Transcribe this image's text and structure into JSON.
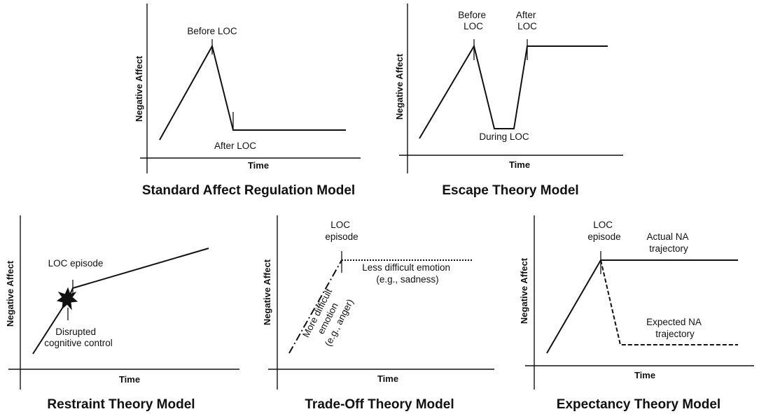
{
  "colors": {
    "line": "#111111",
    "background": "#ffffff"
  },
  "panels": {
    "standard": {
      "title": "Standard Affect Regulation Model",
      "y_axis": "Negative Affect",
      "x_axis": "Time",
      "before_label": "Before LOC",
      "after_label": "After LOC"
    },
    "escape": {
      "title": "Escape Theory Model",
      "y_axis": "Negative Affect",
      "x_axis": "Time",
      "before_label": [
        "Before",
        "LOC"
      ],
      "after_label": [
        "After",
        "LOC"
      ],
      "during_label": "During LOC"
    },
    "restraint": {
      "title": "Restraint Theory Model",
      "y_axis": "Negative Affect",
      "x_axis": "Time",
      "episode_label": "LOC episode",
      "disrupted_label": [
        "Disrupted",
        "cognitive control"
      ]
    },
    "tradeoff": {
      "title": "Trade-Off Theory Model",
      "y_axis": "Negative Affect",
      "x_axis": "Time",
      "episode_label": [
        "LOC",
        "episode"
      ],
      "less_label": [
        "Less difficult emotion",
        "(e.g., sadness)"
      ],
      "more_label": [
        "More difficult",
        "emotion",
        "(e.g., anger)"
      ]
    },
    "expectancy": {
      "title": "Expectancy Theory Model",
      "y_axis": "Negative Affect",
      "x_axis": "Time",
      "episode_label": [
        "LOC",
        "episode"
      ],
      "actual_label": [
        "Actual NA",
        "trajectory"
      ],
      "expected_label": [
        "Expected NA",
        "trajectory"
      ]
    }
  }
}
